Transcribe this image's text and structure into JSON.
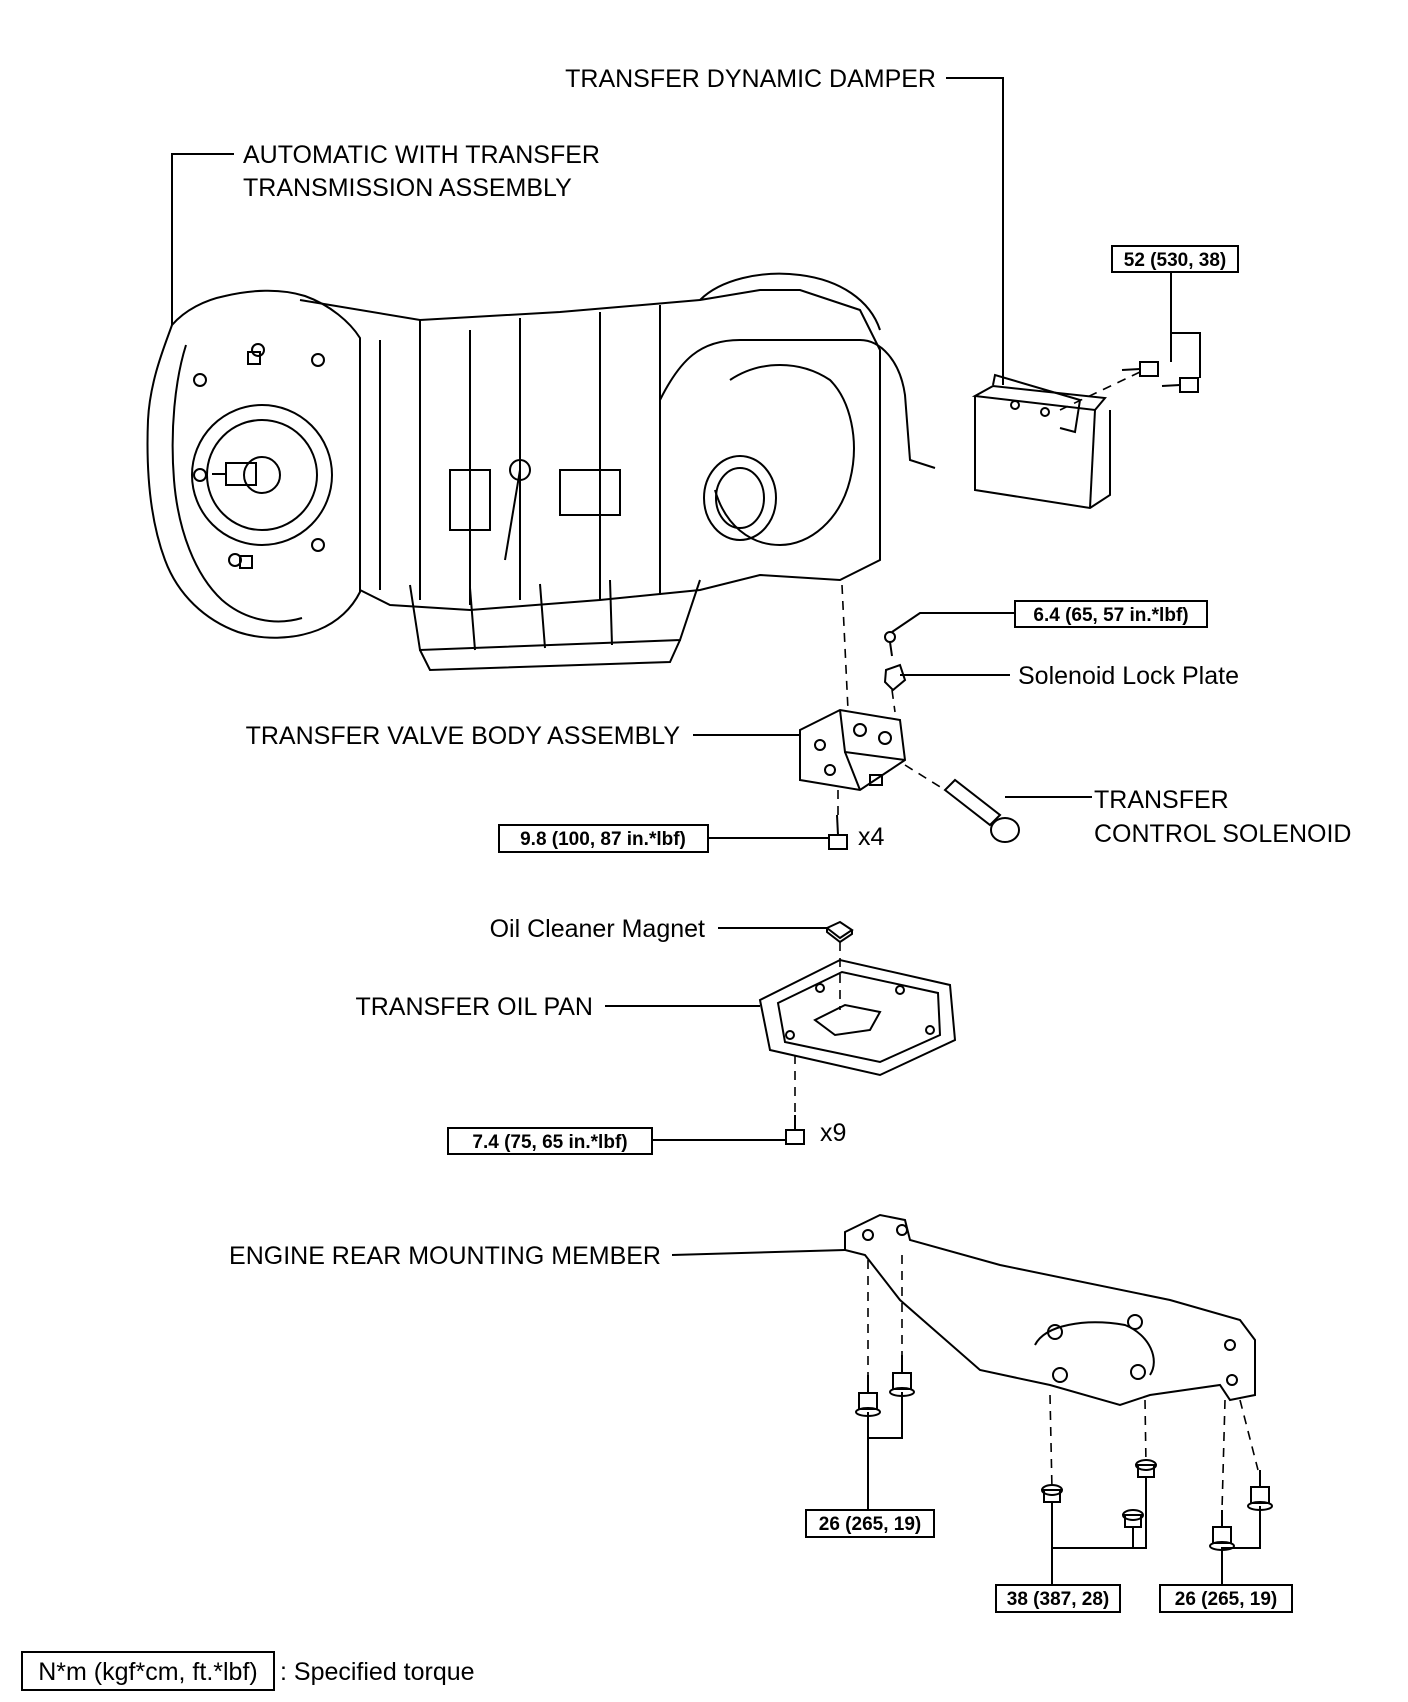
{
  "labels": {
    "transfer_dynamic_damper": "TRANSFER DYNAMIC DAMPER",
    "transmission_assembly_line1": "AUTOMATIC WITH TRANSFER",
    "transmission_assembly_line2": "TRANSMISSION ASSEMBLY",
    "solenoid_lock_plate": "Solenoid Lock Plate",
    "transfer_valve_body_assembly": "TRANSFER VALVE BODY ASSEMBLY",
    "transfer_control_solenoid_line1": "TRANSFER",
    "transfer_control_solenoid_line2": "CONTROL SOLENOID",
    "oil_cleaner_magnet": "Oil Cleaner Magnet",
    "transfer_oil_pan": "TRANSFER OIL PAN",
    "engine_rear_mounting_member": "ENGINE REAR MOUNTING MEMBER"
  },
  "torques": {
    "damper_bolts": "52 (530, 38)",
    "solenoid_lock_bolt": "6.4 (65, 57 in.*lbf)",
    "valve_body_bolts": "9.8 (100, 87 in.*lbf)",
    "oil_pan_bolts": "7.4 (75, 65 in.*lbf)",
    "member_left_bolts": "26 (265, 19)",
    "member_center_bolts": "38 (387, 28)",
    "member_right_bolts": "26 (265, 19)"
  },
  "quantities": {
    "valve_body_bolts": "x4",
    "oil_pan_bolts": "x9"
  },
  "legend": {
    "unit_box": "N*m (kgf*cm, ft.*lbf)",
    "meaning": ": Specified torque"
  }
}
